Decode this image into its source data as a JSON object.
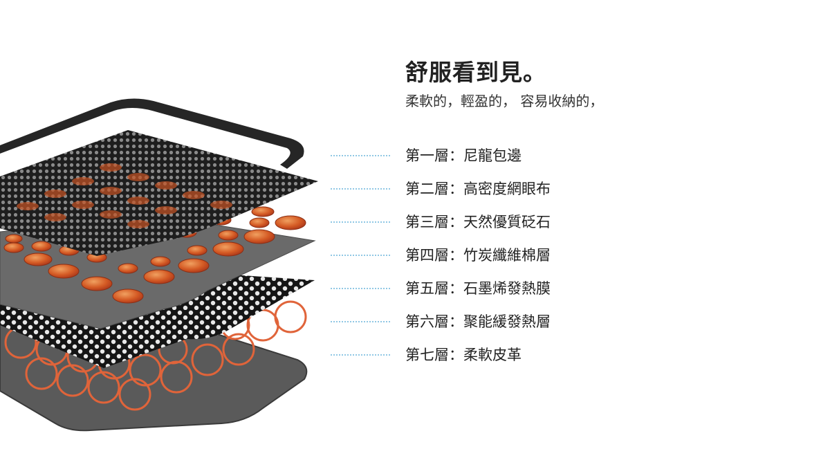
{
  "headline": "舒服看到見。",
  "subhead": "柔軟的，輕盈的， 容易收納的，",
  "layers": [
    {
      "label": "第一層：尼龍包邊"
    },
    {
      "label": "第二層：高密度網眼布"
    },
    {
      "label": "第三層：天然優質砭石"
    },
    {
      "label": "第四層：竹炭纖維棉層"
    },
    {
      "label": "第五層：石墨烯發熱膜"
    },
    {
      "label": "第六層：聚能緩發熱層"
    },
    {
      "label": "第七層：柔軟皮革"
    }
  ],
  "colors": {
    "leader": "#8fc7e4",
    "stone": "#d9602a",
    "heating_wire": "#e0643a",
    "leather": "#555555",
    "mesh": "#2a2a2a"
  }
}
